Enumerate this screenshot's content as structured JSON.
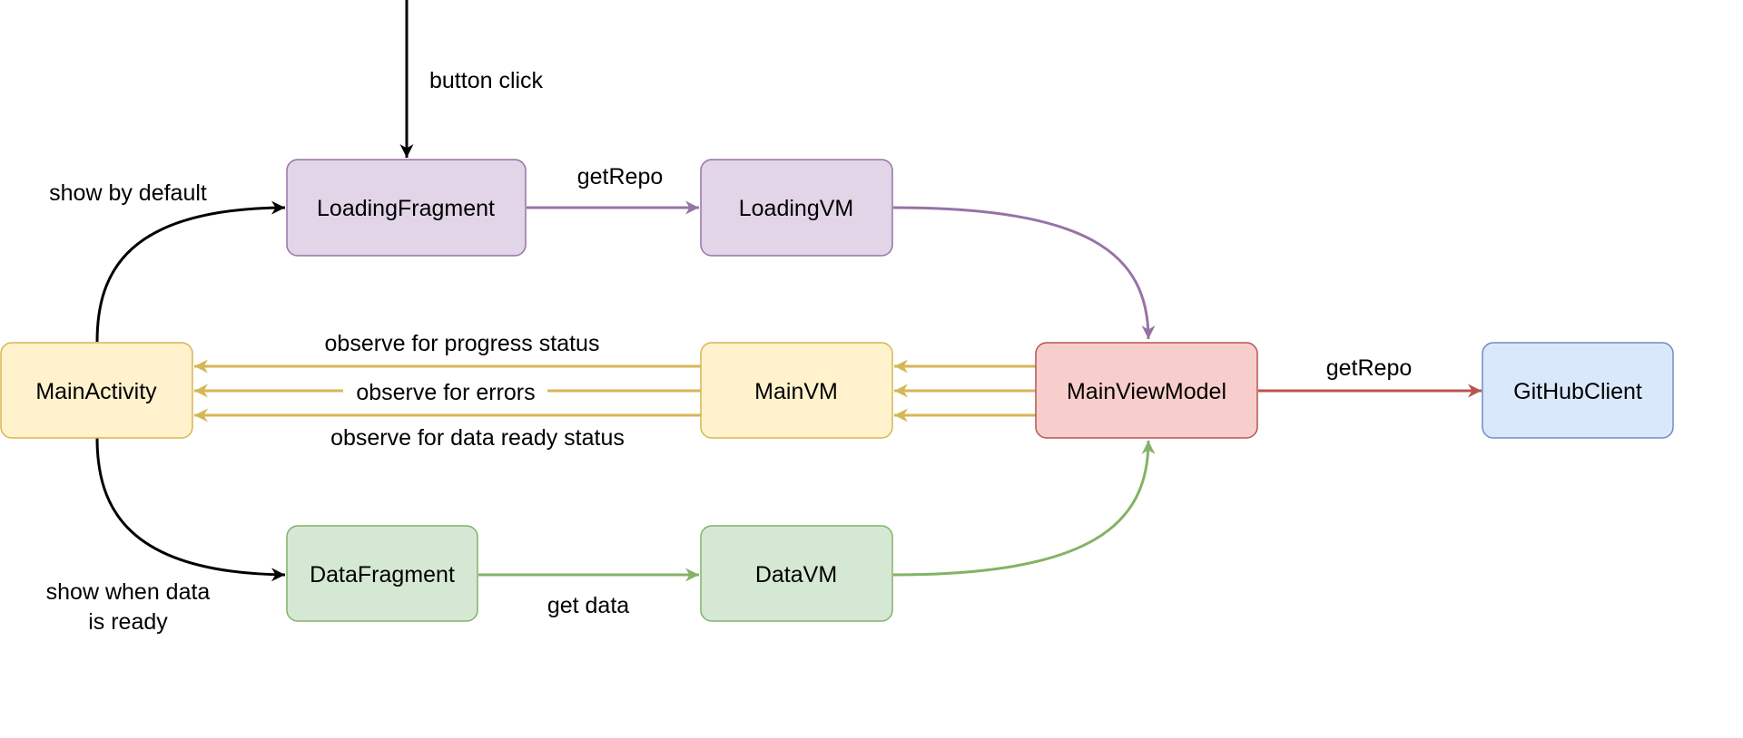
{
  "colors": {
    "purple_fill": "#e1d5e7",
    "purple_stroke": "#9673a6",
    "yellow_fill": "#fff2cc",
    "yellow_stroke": "#d6b656",
    "red_fill": "#f8cecc",
    "red_stroke": "#b85450",
    "blue_fill": "#dae8fc",
    "blue_stroke": "#6c8ebf",
    "green_fill": "#d5e8d4",
    "green_stroke": "#82b366",
    "black": "#000000"
  },
  "nodes": {
    "loading_fragment": "LoadingFragment",
    "loading_vm": "LoadingVM",
    "main_activity": "MainActivity",
    "main_vm": "MainVM",
    "main_view_model": "MainViewModel",
    "github_client": "GitHubClient",
    "data_fragment": "DataFragment",
    "data_vm": "DataVM"
  },
  "edges": {
    "button_click": "button click",
    "show_by_default": "show by default",
    "get_repo_loading": "getRepo",
    "get_repo_client": "getRepo",
    "observe_progress": "observe for progress status",
    "observe_errors": "observe for errors",
    "observe_data_ready": "observe for data ready status",
    "show_when_data_line1": "show when data",
    "show_when_data_line2": "is ready",
    "get_data": "get data"
  }
}
